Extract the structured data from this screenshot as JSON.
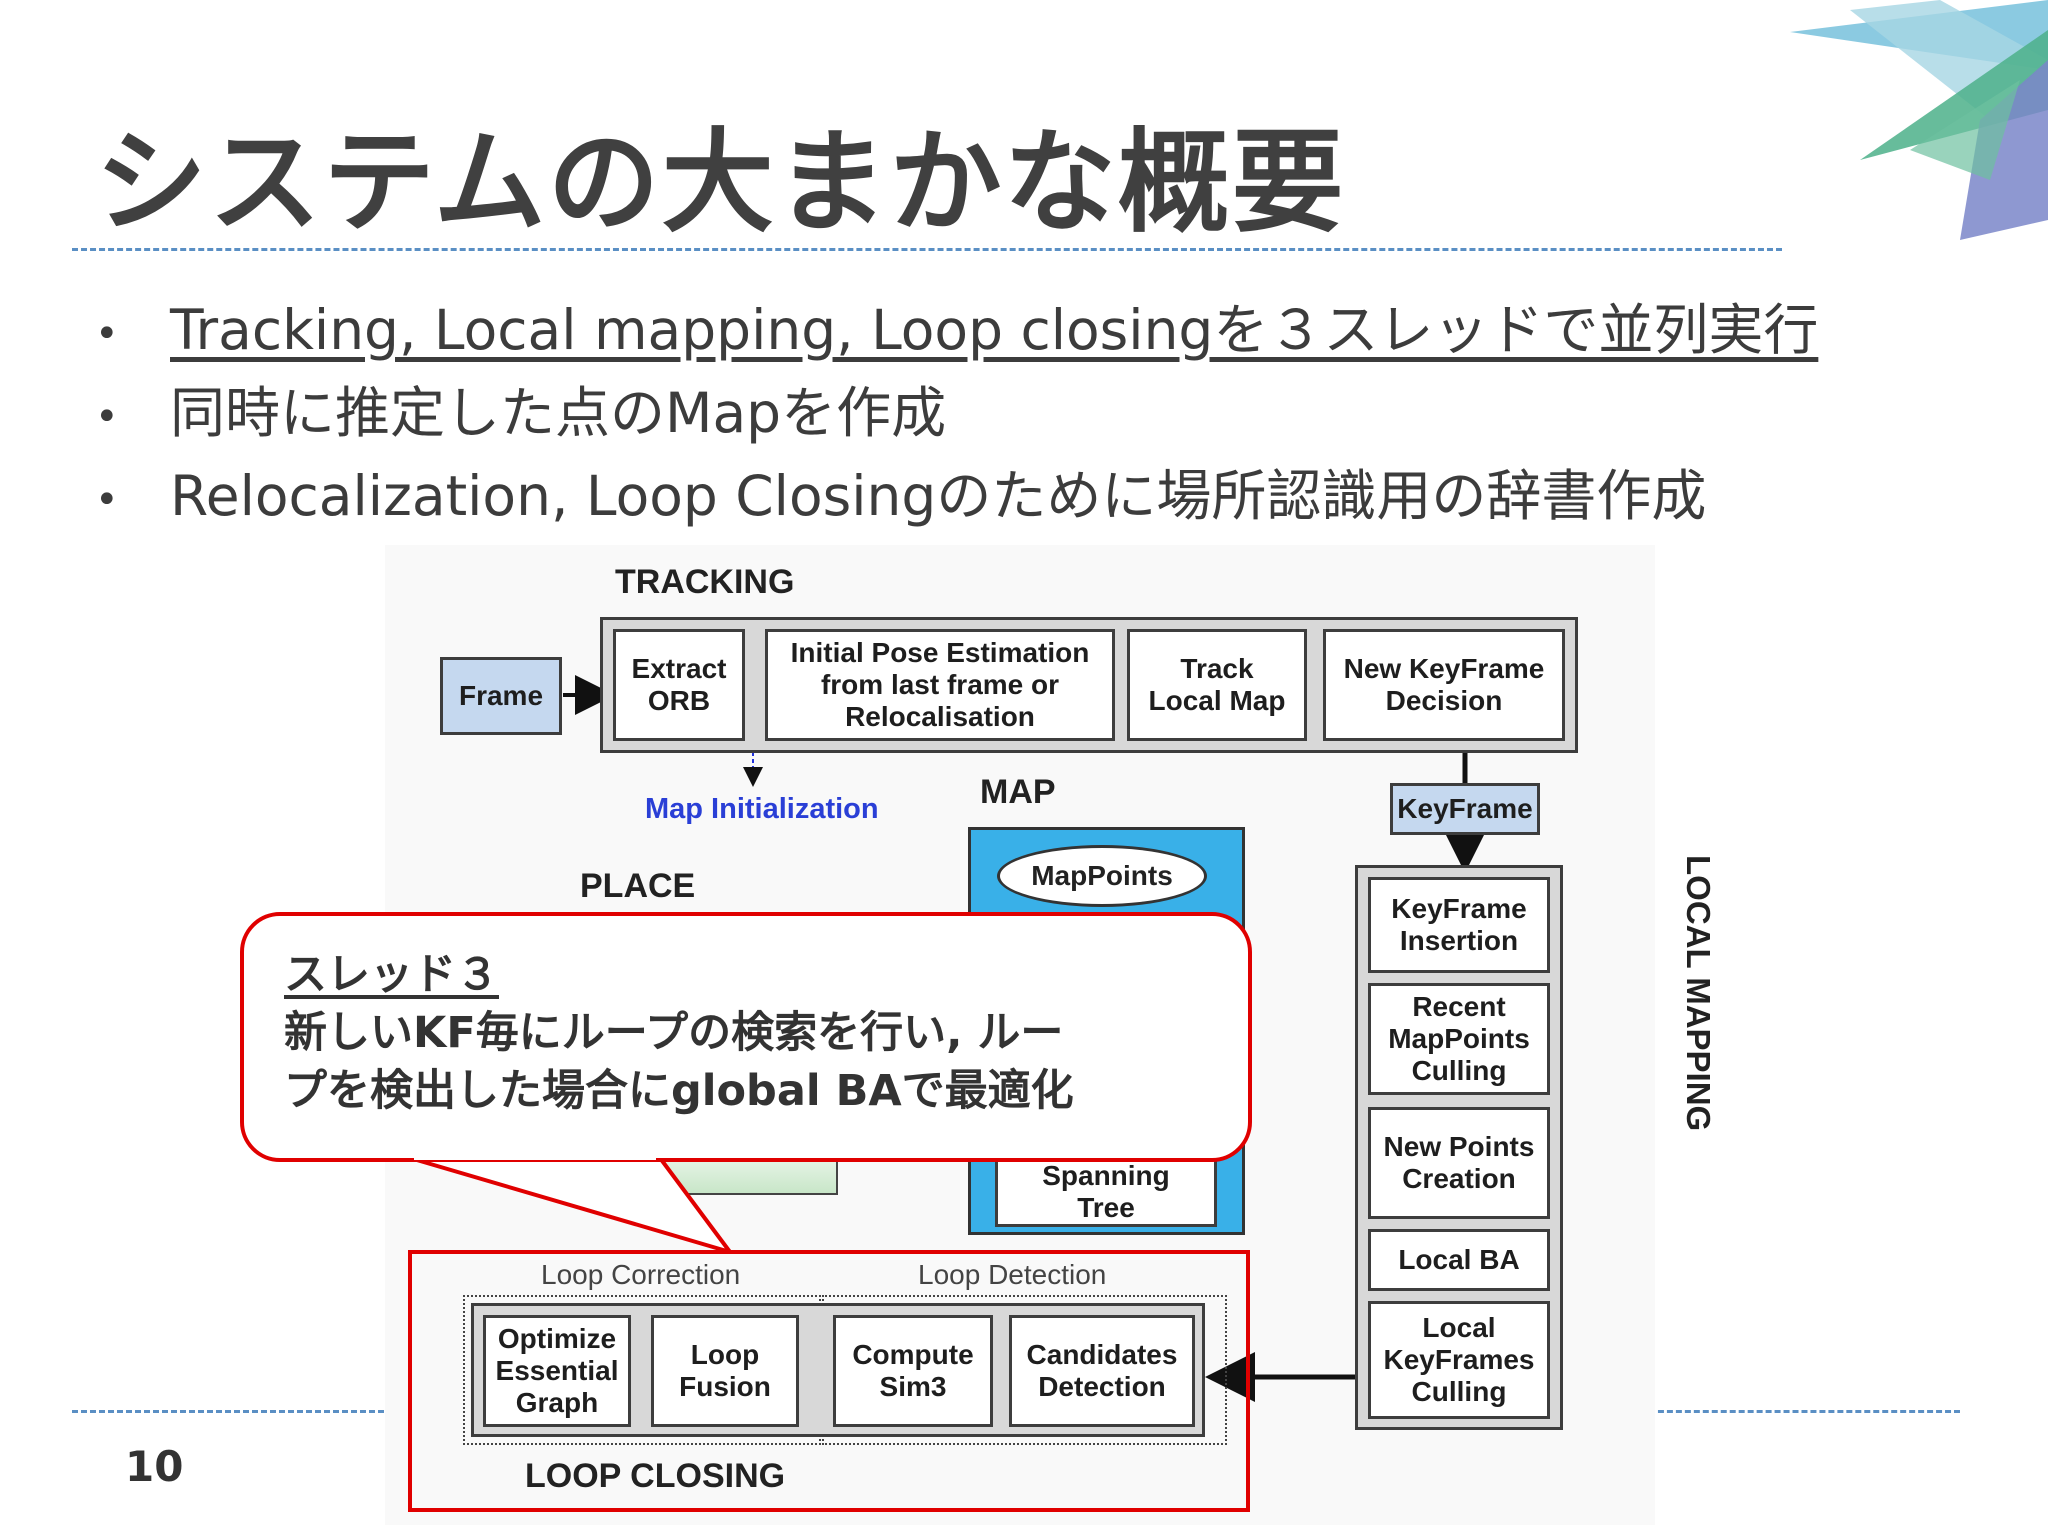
{
  "title": "システムの大まかな概要",
  "bullets": [
    "Tracking, Local mapping, Loop closingを３スレッドで並列実行",
    "同時に推定した点のMapを作成",
    "Relocalization, Loop Closingのために場所認識用の辞書作成"
  ],
  "page_number": "10",
  "diagram": {
    "tracking_label": "TRACKING",
    "frame": "Frame",
    "extract_orb": "Extract\nORB",
    "initial_pose": "Initial Pose Estimation\nfrom last frame or\nRelocalisation",
    "track_local_map": "Track\nLocal Map",
    "new_keyframe_decision": "New KeyFrame\nDecision",
    "map_initialization": "Map Initialization",
    "map_label": "MAP",
    "mappoints": "MapPoints",
    "spanning_tree": "Spanning\nTree",
    "place_label": "PLACE",
    "keyframe": "KeyFrame",
    "local_mapping_label": "LOCAL MAPPING",
    "kf_insertion": "KeyFrame\nInsertion",
    "recent_culling": "Recent\nMapPoints\nCulling",
    "new_points": "New Points\nCreation",
    "local_ba": "Local BA",
    "local_kf_culling": "Local\nKeyFrames\nCulling",
    "loop_correction": "Loop Correction",
    "loop_detection": "Loop Detection",
    "optimize_graph": "Optimize\nEssential\nGraph",
    "loop_fusion": "Loop\nFusion",
    "compute_sim3": "Compute\nSim3",
    "candidates_detection": "Candidates\nDetection",
    "loop_closing_label": "LOOP CLOSING"
  },
  "callout": {
    "heading": "スレッド３",
    "line1": "新しいKF毎にループの検索を行い, ルー",
    "line2": "プを検出した場合にglobal BAで最適化"
  },
  "colors": {
    "accent_red": "#e00000",
    "map_blue": "#39b0e8",
    "dash_blue": "#5a8fc4"
  }
}
